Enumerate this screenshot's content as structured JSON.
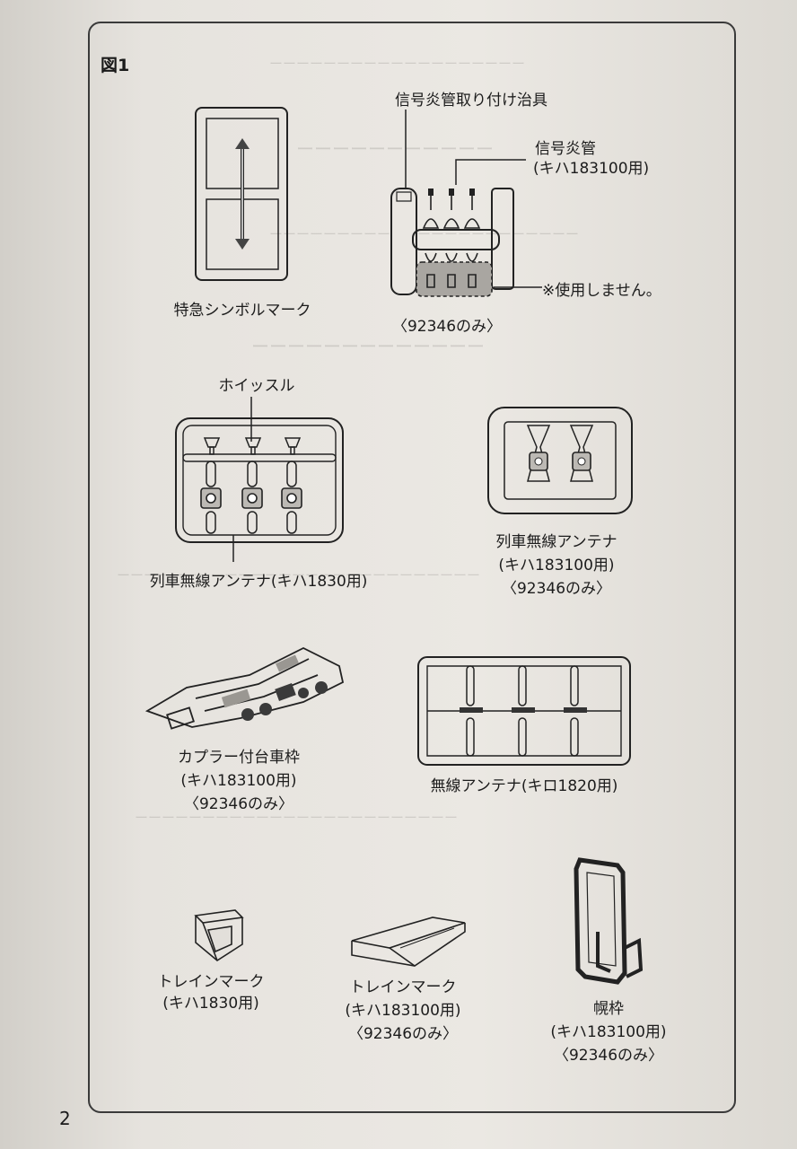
{
  "figure": {
    "title": "図1",
    "page_number": "2"
  },
  "labels": {
    "symbol_mark": "特急シンボルマーク",
    "signal_jig": "信号炎管取り付け治具",
    "signal_tube": [
      "信号炎管",
      "(キハ183100用)"
    ],
    "not_used": "※使用しません。",
    "only_92346_top": "〈92346のみ〉",
    "whistle": "ホイッスル",
    "antenna_kiha1830": "列車無線アンテナ(キハ1830用)",
    "antenna_kiha183100": [
      "列車無線アンテナ",
      "(キハ183100用)",
      "〈92346のみ〉"
    ],
    "bogie_frame": [
      "カプラー付台車枠",
      "(キハ183100用)",
      "〈92346のみ〉"
    ],
    "antenna_kiro1820": "無線アンテナ(キロ1820用)",
    "trainmark_kiha1830": [
      "トレインマーク",
      "(キハ1830用)"
    ],
    "trainmark_kiha183100": [
      "トレインマーク",
      "(キハ183100用)",
      "〈92346のみ〉"
    ],
    "hood_frame": [
      "幌枠",
      "(キハ183100用)",
      "〈92346のみ〉"
    ]
  }
}
